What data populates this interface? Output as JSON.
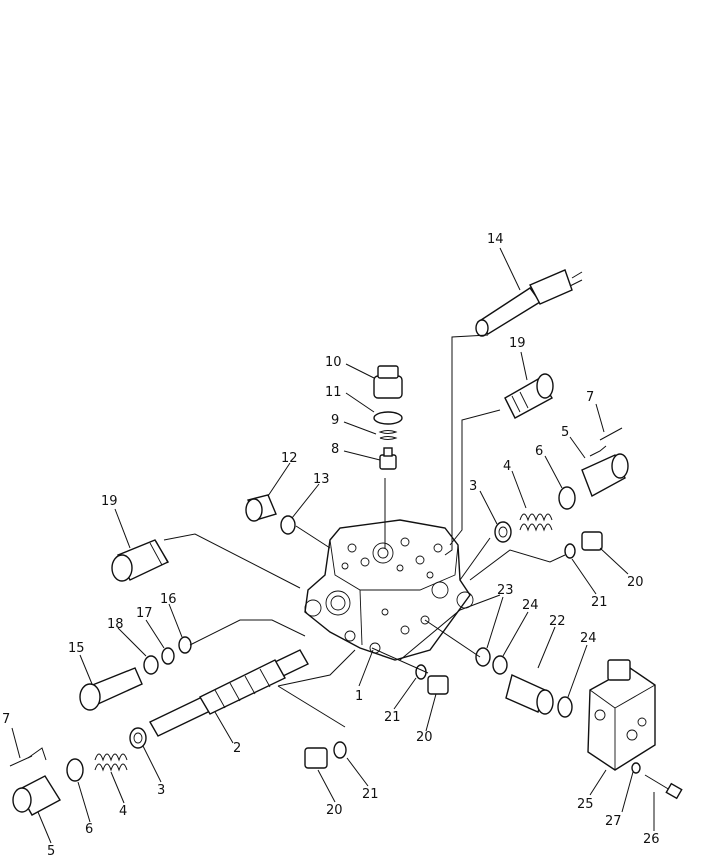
{
  "part_labels": {
    "p1": "1",
    "p2": "2",
    "p3a": "3",
    "p3b": "3",
    "p4a": "4",
    "p4b": "4",
    "p5a": "5",
    "p5b": "5",
    "p6a": "6",
    "p6b": "6",
    "p7a": "7",
    "p7b": "7",
    "p8": "8",
    "p9": "9",
    "p10": "10",
    "p11": "11",
    "p12": "12",
    "p13": "13",
    "p14": "14",
    "p15": "15",
    "p16": "16",
    "p17": "17",
    "p18": "18",
    "p19a": "19",
    "p19b": "19",
    "p20a": "20",
    "p20b": "20",
    "p20c": "20",
    "p21a": "21",
    "p21b": "21",
    "p21c": "21",
    "p22": "22",
    "p23": "23",
    "p24a": "24",
    "p24b": "24",
    "p25": "25",
    "p26": "26",
    "p27": "27"
  }
}
